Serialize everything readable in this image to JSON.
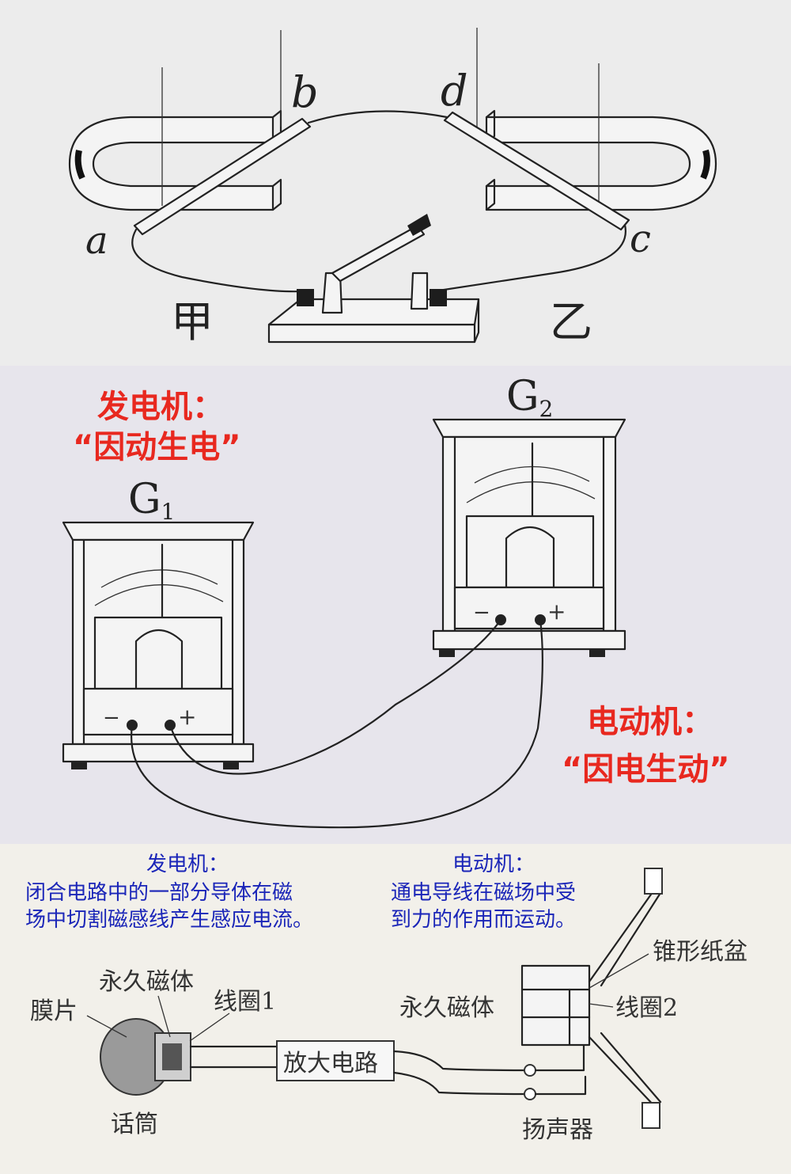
{
  "panel_top": {
    "labels": {
      "a": "a",
      "b": "b",
      "c": "c",
      "d": "d",
      "jia": "甲",
      "yi": "乙"
    }
  },
  "panel_mid": {
    "g1_label": "G",
    "g1_sub": "1",
    "g2_label": "G",
    "g2_sub": "2",
    "minus": "−",
    "plus": "+",
    "generator_title": "发电机：",
    "generator_quote": "“因动生电”",
    "motor_title": "电动机：",
    "motor_quote": "“因电生动”"
  },
  "panel_bottom": {
    "gen_title": "发电机：",
    "gen_line1": "闭合电路中的一部分导体在磁",
    "gen_line2": "场中切割磁感线产生感应电流。",
    "motor_title": "电动机：",
    "motor_line1": "通电导线在磁场中受",
    "motor_line2": "到力的作用而运动。",
    "mic_permanent_magnet": "永久磁体",
    "mic_coil": "线圈1",
    "mic_diaphragm": "膜片",
    "mic_name": "话筒",
    "amplifier": "放大电路",
    "spk_permanent_magnet": "永久磁体",
    "spk_cone": "锥形纸盆",
    "spk_coil": "线圈2",
    "spk_name": "扬声器"
  }
}
